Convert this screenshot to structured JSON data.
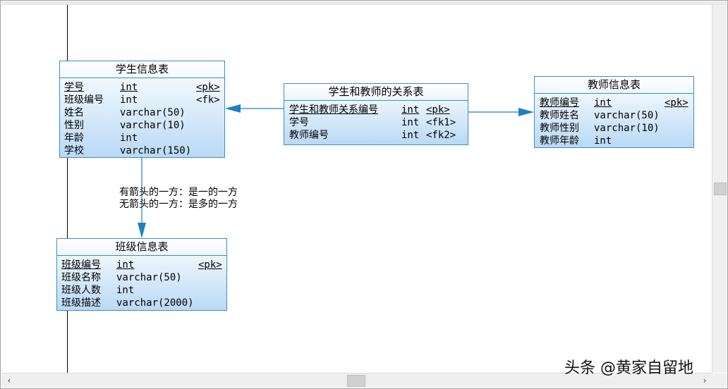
{
  "entities": {
    "student": {
      "title": "学生信息表",
      "rows": [
        {
          "name": "学号",
          "type": "int",
          "key": "<pk>"
        },
        {
          "name": "班级编号",
          "type": "int",
          "key": "<fk>"
        },
        {
          "name": "姓名",
          "type": "varchar(50)",
          "key": ""
        },
        {
          "name": "性别",
          "type": "varchar(10)",
          "key": ""
        },
        {
          "name": "年龄",
          "type": "int",
          "key": ""
        },
        {
          "name": "学校",
          "type": "varchar(150)",
          "key": ""
        }
      ]
    },
    "relation": {
      "title": "学生和教师的关系表",
      "rows": [
        {
          "name": "学生和教师关系编号",
          "type": "int",
          "key": "<pk>"
        },
        {
          "name": "学号",
          "type": "int",
          "key": "<fk1>"
        },
        {
          "name": "教师编号",
          "type": "int",
          "key": "<fk2>"
        }
      ]
    },
    "teacher": {
      "title": "教师信息表",
      "rows": [
        {
          "name": "教师编号",
          "type": "int",
          "key": "<pk>"
        },
        {
          "name": "教师姓名",
          "type": "varchar(50)",
          "key": ""
        },
        {
          "name": "教师性别",
          "type": "varchar(10)",
          "key": ""
        },
        {
          "name": "教师年龄",
          "type": "int",
          "key": ""
        }
      ]
    },
    "class": {
      "title": "班级信息表",
      "rows": [
        {
          "name": "班级编号",
          "type": "int",
          "key": "<pk>"
        },
        {
          "name": "班级名称",
          "type": "varchar(50)",
          "key": ""
        },
        {
          "name": "班级人数",
          "type": "int",
          "key": ""
        },
        {
          "name": "班级描述",
          "type": "varchar(2000)",
          "key": ""
        }
      ]
    }
  },
  "notes": {
    "line1": "有箭头的一方：是一的一方",
    "line2": "无箭头的一方：是多的一方"
  },
  "watermark": "头条 @黄家自留地",
  "icons": {
    "scroll_left": "chevron-left-icon",
    "scroll_right": "chevron-right-icon"
  },
  "colors": {
    "entity_border": "#3a8ec7",
    "connector": "#1f7fc2"
  }
}
